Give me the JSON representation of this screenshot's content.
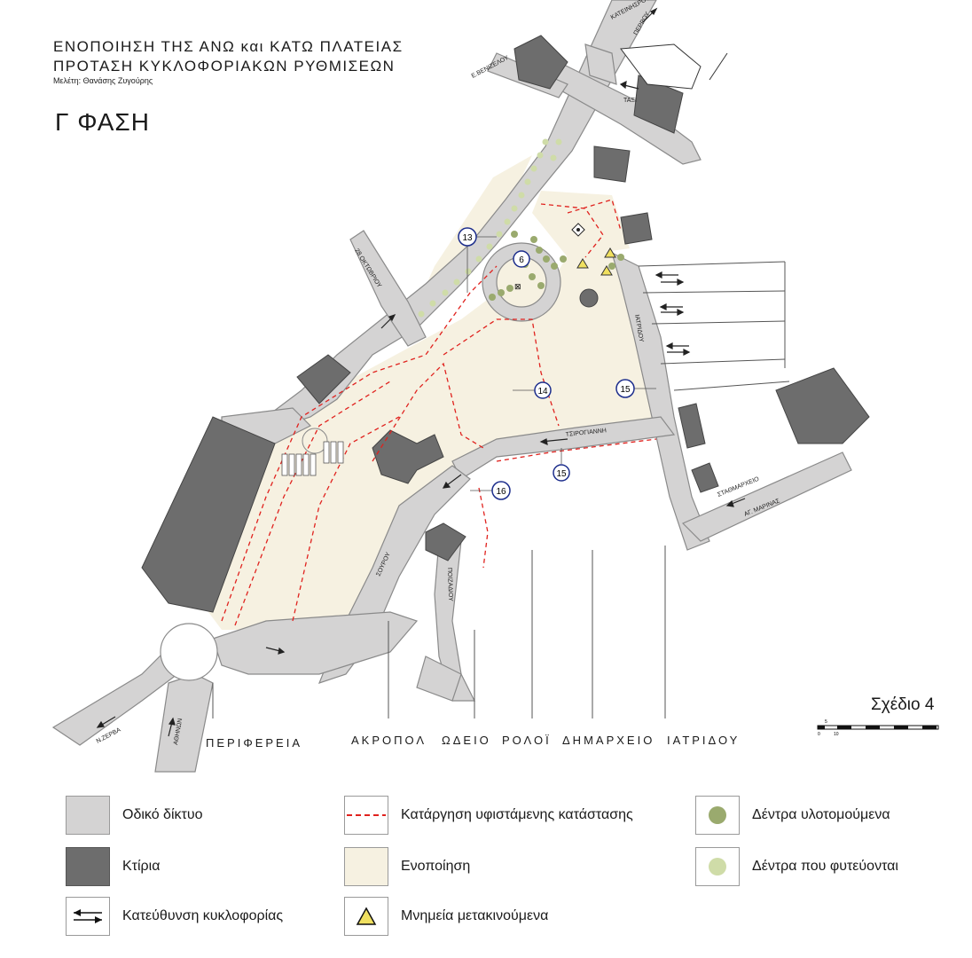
{
  "title": {
    "line1": "ΕΝΟΠΟΙΗΣΗ ΤΗΣ ΑΝΩ και ΚΑΤΩ ΠΛΑΤΕΙΑΣ",
    "line2": "ΠΡΟΤΑΣΗ ΚΥΚΛΟΦΟΡΙΑΚΩΝ ΡΥΘΜΙΣΕΩΝ",
    "author": "Μελέτη: Θανάσης Ζυγούρης"
  },
  "phase": "Γ ΦΑΣΗ",
  "drawing_number": "Σχέδιο 4",
  "scale_bar": {
    "labels": [
      "5",
      "0",
      "10"
    ]
  },
  "street_labels": {
    "bottom": [
      "ΠΕΡΙΦΕΡΕΙΑ",
      "ΑΚΡΟΠΟΛ",
      "ΩΔΕΙΟ",
      "ΡΟΛΟΪ",
      "ΔΗΜΑΡΧΕΙΟ",
      "ΙΑΤΡΙΔΟΥ"
    ],
    "streets": [
      "ΚΑΤΕΙΝΗΣΡΟΥ",
      "ΠΕΡΡΟΥ",
      "Ε.ΒΕΝΙΖΕΛΟΥ",
      "ΤΑΞΙ",
      "28 ΟΚΤΩΒΡΙΟΥ",
      "ΙΑΤΡΙΔΟΥ",
      "ΤΣΙΡΟΓΙΑΝΝΗ",
      "ΣΤΑΘΜΑΡΧΕΙΟ",
      "ΑΓ. ΜΑΡΙΝΑΣ",
      "ΣΟΥΡΟΥ",
      "ΠΟΙΖΑΔΙΟΥ",
      "Ν.ΖΕΡΒΑ",
      "ΑΘΗΝΩΝ"
    ]
  },
  "markers": [
    "13",
    "6",
    "14",
    "15",
    "15",
    "16"
  ],
  "legend": [
    {
      "key": "road",
      "label": "Οδικό δίκτυο",
      "color": "#d4d3d3"
    },
    {
      "key": "building",
      "label": "Κτίρια",
      "color": "#6d6d6d"
    },
    {
      "key": "direction",
      "label": "Κατεύθυνση κυκλοφορίας",
      "icon": "two-way-arrows-icon"
    },
    {
      "key": "removal",
      "label": "Κατάργηση υφιστάμενης κατάστασης",
      "color": "#e0221e"
    },
    {
      "key": "unification",
      "label": "Ενοποίηση",
      "color": "#f6f1e1"
    },
    {
      "key": "monument",
      "label": "Μνημεία μετακινούμενα",
      "color": "#f0e060",
      "icon": "triangle-icon"
    },
    {
      "key": "trees-cut",
      "label": "Δέντρα υλοτομούμενα",
      "color": "#9aaa6e"
    },
    {
      "key": "trees-planted",
      "label": "Δέντρα που φυτεύονται",
      "color": "#cfdca8"
    }
  ]
}
